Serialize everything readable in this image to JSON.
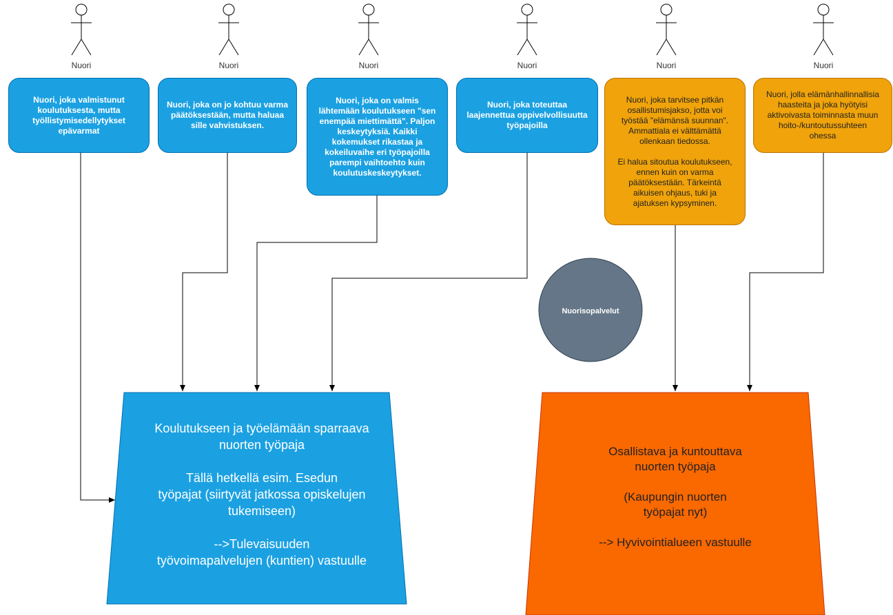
{
  "actors": [
    {
      "label": "Nuori"
    },
    {
      "label": "Nuori"
    },
    {
      "label": "Nuori"
    },
    {
      "label": "Nuori"
    },
    {
      "label": "Nuori"
    },
    {
      "label": "Nuori"
    }
  ],
  "boxes": [
    {
      "text": "Nuori, joka valmistunut\nkoulutuksesta, mutta\ntyöllistymisedellytykset\nepävarmat",
      "color": "#1ba1e2"
    },
    {
      "text": "Nuori, joka on jo kohtuu varma\npäätöksestään, mutta haluaa\nsille vahvistuksen.",
      "color": "#1ba1e2"
    },
    {
      "text": "Nuori, joka on valmis\nlähtemään koulutukseen \"sen\nenempää miettimättä\". Paljon\nkeskeytyksiä. Kaikki\nkokemukset rikastaa ja\nkokeiluvaihe eri työpajoilla\nparempi vaihtoehto kuin\nkoulutuskeskeytykset.",
      "color": "#1ba1e2"
    },
    {
      "text": "Nuori, joka toteuttaa\nlaajennettua oppivelvollisuutta\ntyöpajoilla",
      "color": "#1ba1e2"
    },
    {
      "text": "Nuori, joka tarvitsee pitkän\nosallistumisjakso, jotta voi\ntyöstää \"elämänsä suunnan\".\nAmmattiala ei välttämättä\nollenkaan tiedossa.\n\nEi halua sitoutua koulutukseen,\nennen kuin on varma\npäätöksestään. Tärkeintä\naikuisen ohjaus, tuki ja\najatuksen kypsyminen.",
      "color": "#f0a30a"
    },
    {
      "text": "Nuori, jolla elämänhallinnallisia\nhaasteita ja joka hyötyisi\naktivoivasta toiminnasta muun\nhoito-/kuntoutussuhteen\nohessa",
      "color": "#f0a30a"
    }
  ],
  "circle": {
    "label": "Nuorisopalvelut",
    "color": "#647687"
  },
  "left_workshop": {
    "text": "Koulutukseen ja työelämään sparraava\nnuorten työpaja\n\nTällä hetkellä esim. Esedun\ntyöpajat (siirtyvät jatkossa opiskelujen\ntukemiseen)\n\n-->Tulevaisuuden\ntyövoimapalvelujen (kuntien) vastuulle",
    "color": "#1ba1e2"
  },
  "right_workshop": {
    "text": "Osallistava ja kuntouttava\nnuorten työpaja\n\n(Kaupungin nuorten\ntyöpajat nyt)\n\n--> Hyvivointialueen vastuulle",
    "color": "#fa6800"
  }
}
